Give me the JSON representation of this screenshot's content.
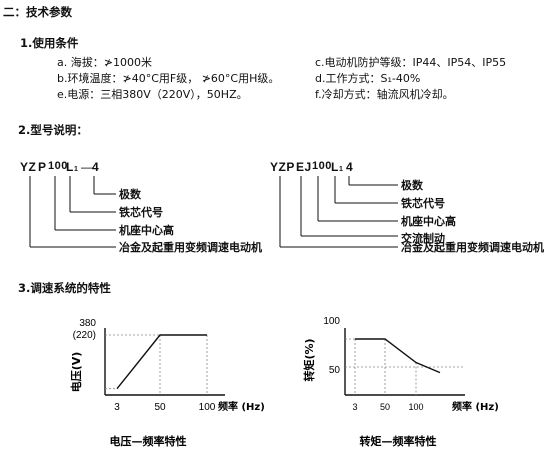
{
  "section_title": "二：技术参数",
  "s1": {
    "title": "1.使用条件",
    "items": [
      "a. 海拔：≯1000米",
      "b.环境温度：≯40°C用F级，  ≯60°C用H级。",
      "e.电源：三相380V（220V），50HZ。",
      "c.电动机防护等级：IP44、IP54、IP55",
      "d.工作方式：S₁-40%",
      "f.冷却方式：轴流风机冷却。"
    ]
  },
  "s2": {
    "title": "2.型号说明：",
    "left": {
      "code": [
        "YZ",
        "P",
        "100",
        "L",
        "1",
        "—",
        "4"
      ],
      "labels": [
        "极数",
        "铁芯代号",
        "机座中心高",
        "冶金及起重用变频调速电动机"
      ]
    },
    "right": {
      "code": [
        "YZP",
        "EJ",
        "100",
        "L",
        "1",
        "4"
      ],
      "labels": [
        "极数",
        "铁芯代号",
        "机座中心高",
        "交流制动",
        "冶金及起重用变频调速电动机"
      ]
    }
  },
  "s3": {
    "title": "3.调速系统的特性"
  },
  "chart_data": [
    {
      "type": "line",
      "title": "电压—频率特性",
      "ylabel": "电压(V)",
      "xlabel": "频率 (Hz)",
      "x_ticks": [
        "3",
        "50",
        "100"
      ],
      "y_ticks": [
        "380",
        "(220)"
      ],
      "series": [
        {
          "x": [
            3,
            50,
            100
          ],
          "y": [
            40,
            380,
            380
          ]
        }
      ]
    },
    {
      "type": "line",
      "title": "转矩—频率特性",
      "ylabel": "转矩(%)",
      "xlabel": "频率 (Hz)",
      "x_ticks": [
        "3",
        "50",
        "100"
      ],
      "y_ticks": [
        "100",
        "50"
      ],
      "series": [
        {
          "x": [
            3,
            50,
            100,
            120
          ],
          "y": [
            100,
            100,
            58,
            40
          ]
        }
      ]
    }
  ]
}
